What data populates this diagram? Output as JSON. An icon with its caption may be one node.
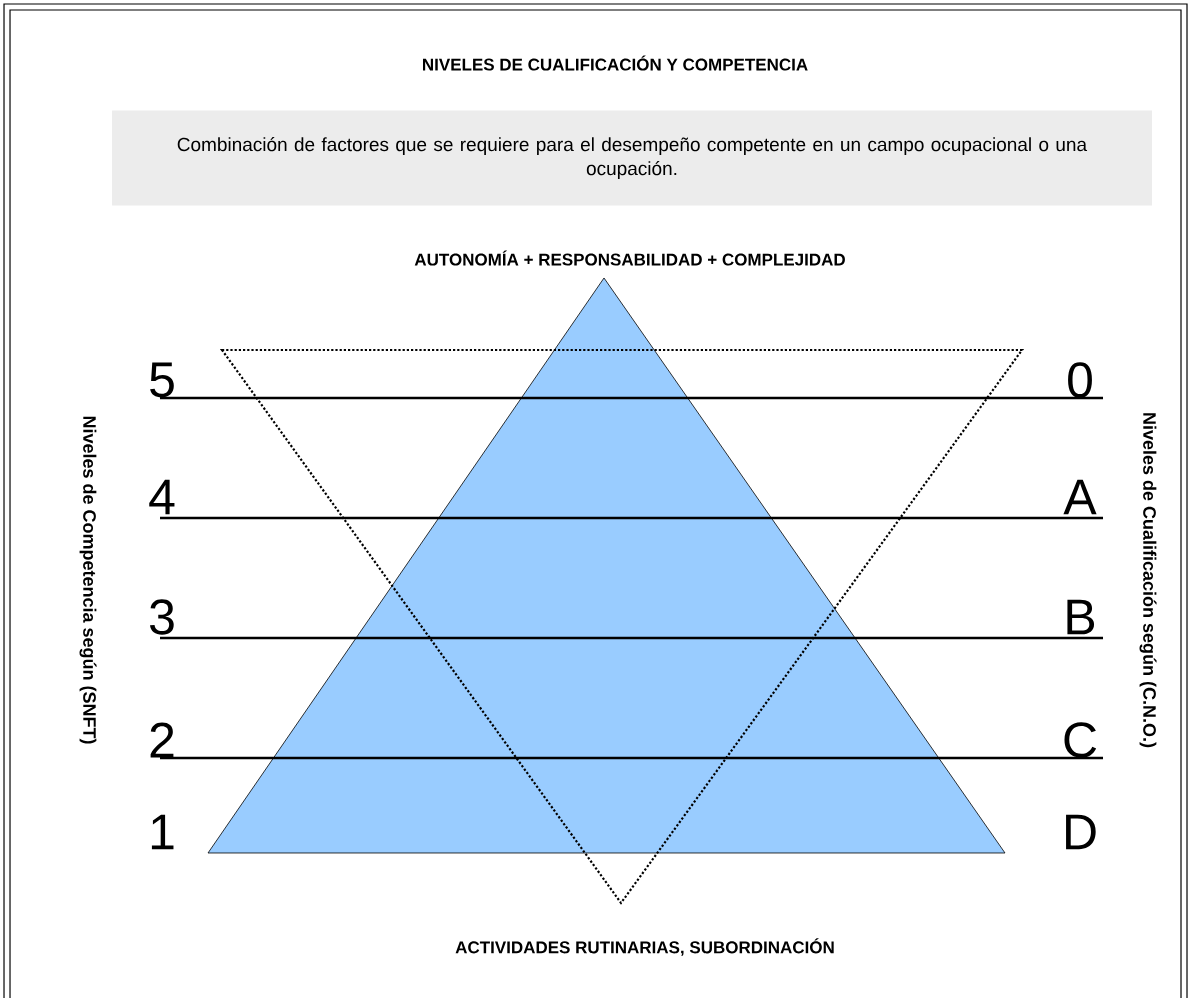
{
  "diagram": {
    "title": "NIVELES DE CUALIFICACIÓN Y COMPETENCIA",
    "nodes": [
      {
        "text": [
          "Combinación de factores que se requiere para el desempeño competente en un campo ocupacional o una ocupación."
        ]
      }
    ],
    "labels": [
      "AUTONOMÍA + RESPONSABILIDAD + COMPLEJIDAD",
      "Niveles de Competencia según (SNFT)",
      "Niveles de Cualificación según  (C.N.O.)",
      "5",
      "0",
      "4",
      "A",
      "3",
      "B",
      "2",
      "C",
      "1",
      "D",
      "ACTIVIDADES RUTINARIAS, SUBORDINACIÓN"
    ]
  }
}
